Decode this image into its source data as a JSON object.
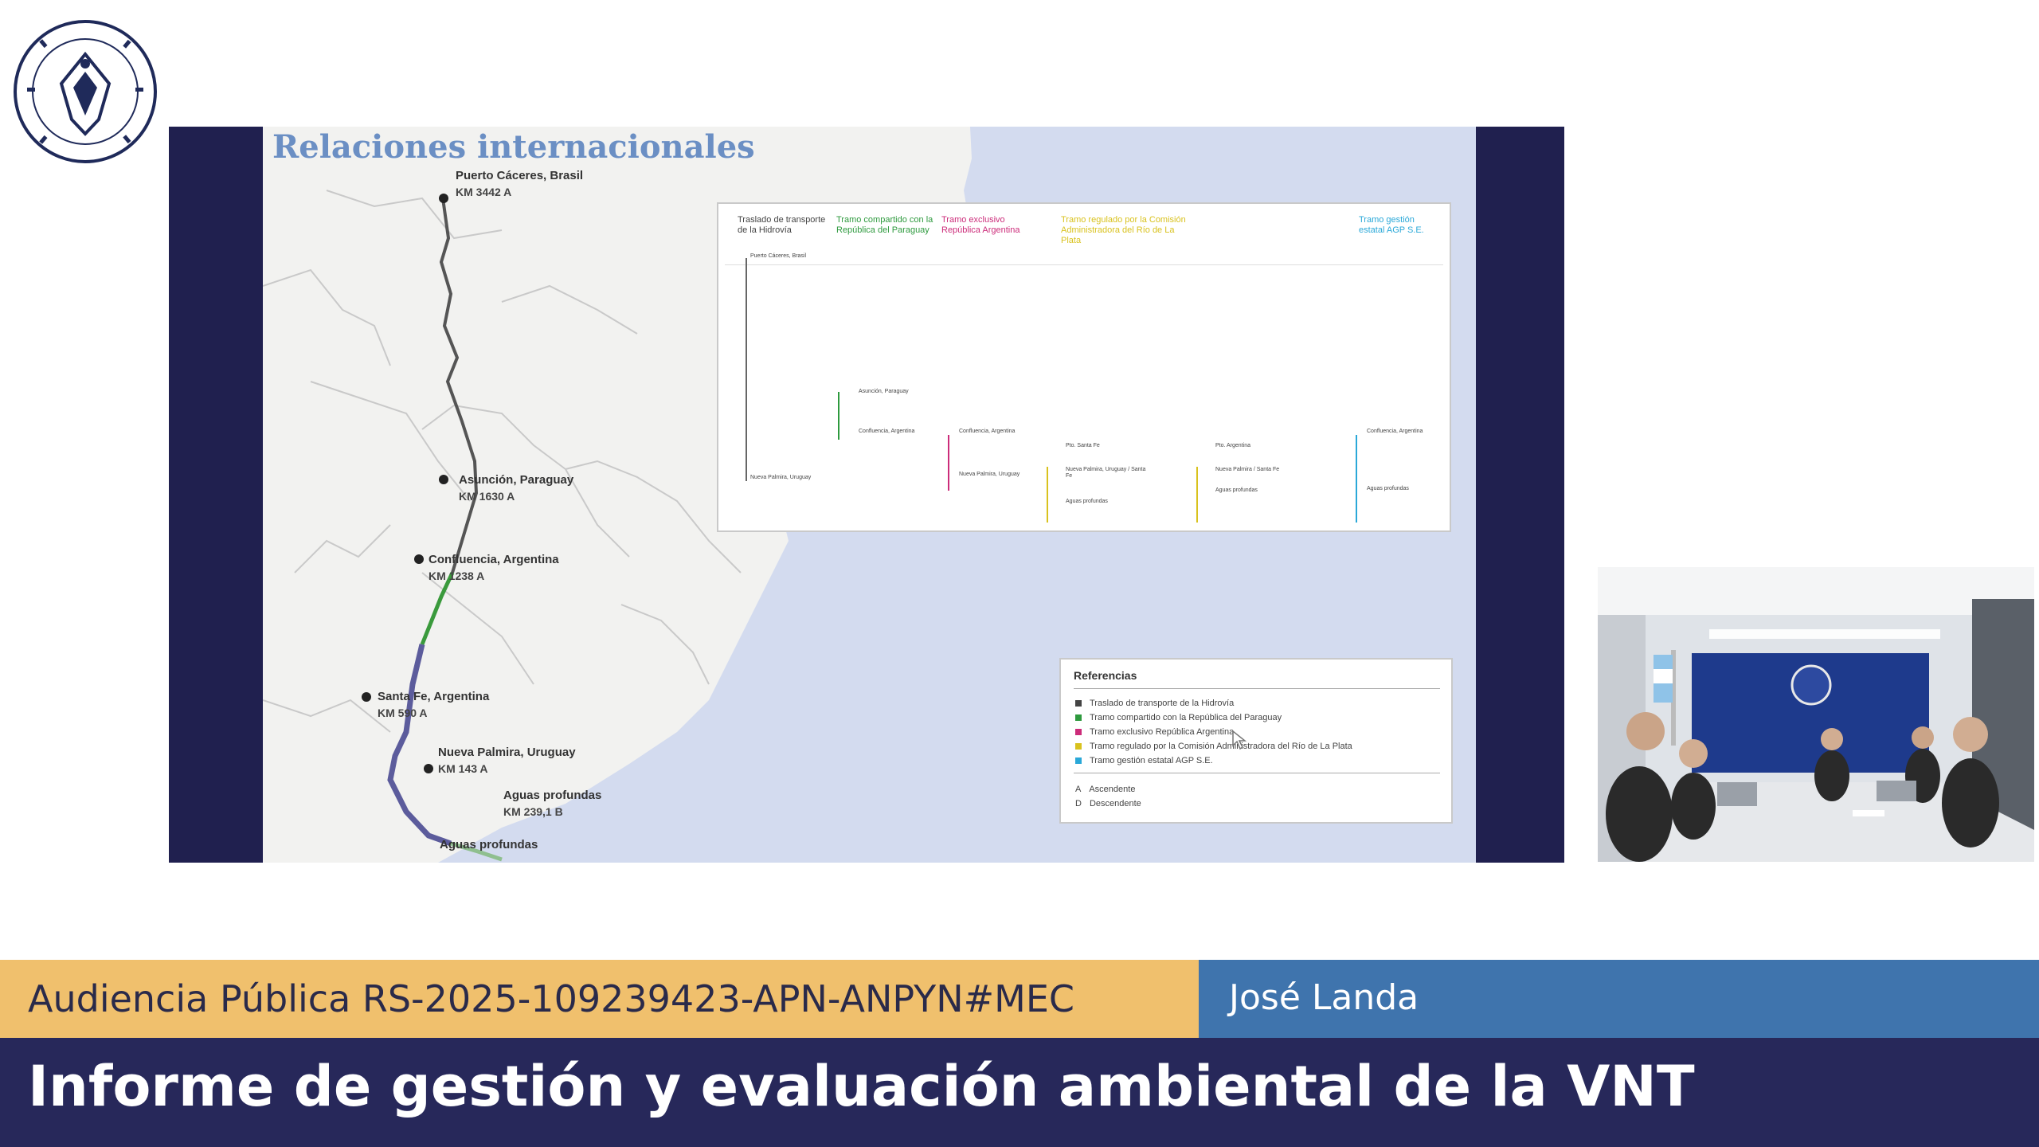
{
  "slide": {
    "title": "Relaciones internacionales",
    "cities": [
      {
        "name": "Puerto Cáceres, Brasil",
        "km": "KM 3442 A"
      },
      {
        "name": "Asunción, Paraguay",
        "km": "KM 1630 A"
      },
      {
        "name": "Confluencia, Argentina",
        "km": "KM 1238 A"
      },
      {
        "name": "Santa Fe, Argentina",
        "km": "KM 590 A"
      },
      {
        "name": "Nueva Palmira, Uruguay",
        "km": "KM 143 A"
      },
      {
        "name": "Aguas profundas",
        "km": "KM 239,1 B"
      },
      {
        "name": "Aguas profundas",
        "km": ""
      }
    ],
    "diagram": {
      "headers": [
        {
          "text": "Traslado de transporte de la Hidrovía",
          "color": "#444444"
        },
        {
          "text": "Tramo compartido con la República del Paraguay",
          "color": "#2e9a3e"
        },
        {
          "text": "Tramo exclusivo República Argentina",
          "color": "#cc2c7a"
        },
        {
          "text": "Tramo regulado por la Comisión Administradora del Río de La Plata",
          "color": "#d9c21e"
        },
        {
          "text": "Tramo gestión estatal AGP S.E.",
          "color": "#2aa8d8"
        }
      ],
      "labels": [
        "Puerto Cáceres, Brasil",
        "Asunción, Paraguay",
        "Confluencia, Argentina",
        "Confluencia, Argentina",
        "Nueva Palmira, Uruguay",
        "Nueva Palmira, Uruguay",
        "Pto. Santa Fe",
        "Nueva Palmira, Uruguay / Santa Fe",
        "Aguas profundas",
        "Pto. Argentina",
        "Nueva Palmira / Santa Fe",
        "Aguas profundas",
        "Confluencia, Argentina",
        "Aguas profundas"
      ]
    },
    "legend": {
      "title": "Referencias",
      "items": [
        {
          "text": "Traslado de transporte de la Hidrovía",
          "color": "#444444"
        },
        {
          "text": "Tramo compartido con la República del Paraguay",
          "color": "#2e9a3e"
        },
        {
          "text": "Tramo exclusivo República Argentina",
          "color": "#cc2c7a"
        },
        {
          "text": "Tramo regulado por la Comisión Administradora del Río de La Plata",
          "color": "#d9c21e"
        },
        {
          "text": "Tramo gestión estatal AGP S.E.",
          "color": "#2aa8d8"
        }
      ],
      "directions": [
        {
          "text": "Ascendente",
          "symbol": "A"
        },
        {
          "text": "Descendente",
          "symbol": "D"
        }
      ]
    }
  },
  "lower_third": {
    "event": "Audiencia Pública RS-2025-109239423-APN-ANPYN#MEC",
    "speaker": "José Landa",
    "headline": "Informe de gestión y evaluación ambiental de la VNT"
  },
  "colors": {
    "slide_frame": "#20204f",
    "event_bar": "#f0c06d",
    "speaker_bar": "#3f74ad",
    "headline_bar": "#27285a",
    "sea": "#d3dbef",
    "title_blue": "#6b8fc4"
  }
}
